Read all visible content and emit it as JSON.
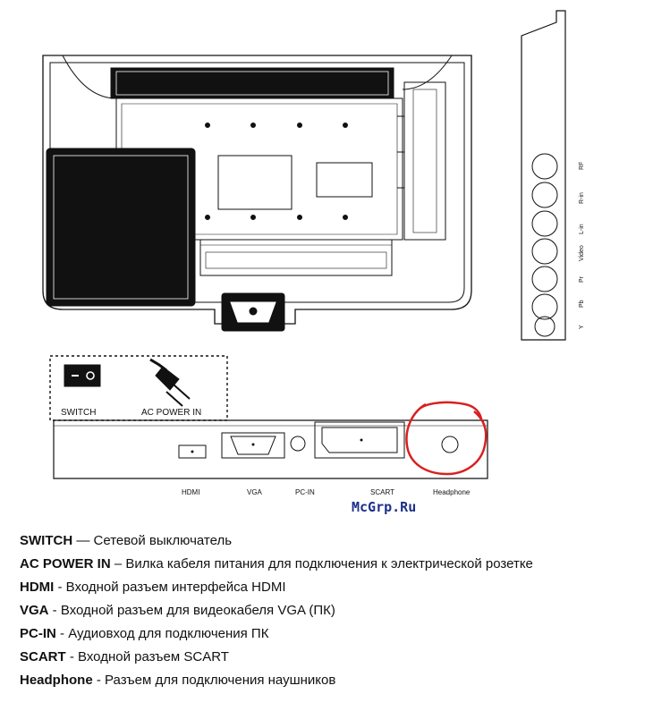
{
  "panel": {
    "switch_label": "SWITCH",
    "ac_label": "AC POWER IN"
  },
  "ports": {
    "hdmi": "HDMI",
    "vga": "VGA",
    "pcin": "PC-IN",
    "scart": "SCART",
    "headphone": "Headphone"
  },
  "side_ports": [
    "RF",
    "R-in",
    "L-in",
    "Video",
    "Pr",
    "Pb",
    "Y"
  ],
  "watermark": "McGrp.Ru",
  "highlight_color": "#d92020",
  "legend": [
    {
      "term": "SWITCH",
      "sep": " — ",
      "desc": "Сетевой выключатель"
    },
    {
      "term": "AC POWER IN",
      "sep": " – ",
      "desc": "Вилка кабеля питания для подключения к электрической розетке"
    },
    {
      "term": "HDMI",
      "sep": " - ",
      "desc": "Входной разъем интерфейса HDMI"
    },
    {
      "term": "VGA",
      "sep": " - ",
      "desc": "Входной разъем для видеокабеля VGA (ПК)"
    },
    {
      "term": "PC-IN",
      "sep": " - ",
      "desc": "Аудиовход для подключения ПК"
    },
    {
      "term": "SCART",
      "sep": " - ",
      "desc": "Входной разъем SCART"
    },
    {
      "term": "Headphone",
      "sep": " - ",
      "desc": "Разъем для подключения наушников"
    }
  ]
}
